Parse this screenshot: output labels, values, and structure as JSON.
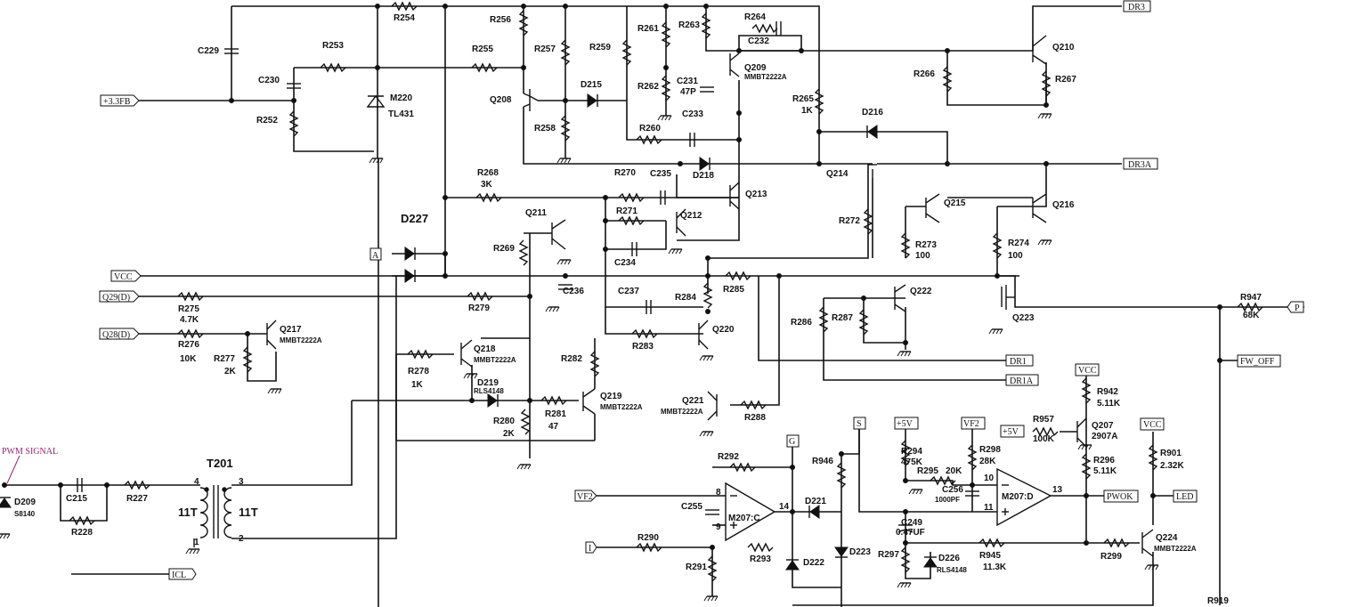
{
  "ports": [
    {
      "id": "DR3",
      "text": "DR3"
    },
    {
      "id": "DR3A",
      "text": "DR3A"
    },
    {
      "id": "3V3FB",
      "text": "+3.3FB"
    },
    {
      "id": "VCC1",
      "text": "VCC"
    },
    {
      "id": "Q29D",
      "text": "Q29(D)"
    },
    {
      "id": "Q28D",
      "text": "Q28(D)"
    },
    {
      "id": "A",
      "text": "A"
    },
    {
      "id": "P",
      "text": "P"
    },
    {
      "id": "FWOFF",
      "text": "FW_OFF"
    },
    {
      "id": "DR1",
      "text": "DR1"
    },
    {
      "id": "DR1A",
      "text": "DR1A"
    },
    {
      "id": "VCC2",
      "text": "VCC"
    },
    {
      "id": "VCC3",
      "text": "VCC"
    },
    {
      "id": "G",
      "text": "G"
    },
    {
      "id": "S",
      "text": "S"
    },
    {
      "id": "P5V1",
      "text": "+5V"
    },
    {
      "id": "VF2a",
      "text": "VF2"
    },
    {
      "id": "P5V2",
      "text": "+5V"
    },
    {
      "id": "VF2b",
      "text": "VF2"
    },
    {
      "id": "I",
      "text": "I"
    },
    {
      "id": "PWOK",
      "text": "PWOK"
    },
    {
      "id": "LED",
      "text": "LED"
    },
    {
      "id": "ICL",
      "text": "ICL"
    }
  ],
  "labels": [
    {
      "id": "R254",
      "text": "R254"
    },
    {
      "id": "R256",
      "text": "R256"
    },
    {
      "id": "R261",
      "text": "R261"
    },
    {
      "id": "R263",
      "text": "R263"
    },
    {
      "id": "R264",
      "text": "R264"
    },
    {
      "id": "C232",
      "text": "C232"
    },
    {
      "id": "C229",
      "text": "C229"
    },
    {
      "id": "R253",
      "text": "R253"
    },
    {
      "id": "R255",
      "text": "R255"
    },
    {
      "id": "R257",
      "text": "R257"
    },
    {
      "id": "R259",
      "text": "R259"
    },
    {
      "id": "Q209",
      "text": "Q209"
    },
    {
      "id": "Q209t",
      "text": "MMBT2222A"
    },
    {
      "id": "C231",
      "text": "C231"
    },
    {
      "id": "C231v",
      "text": "47P"
    },
    {
      "id": "R262",
      "text": "R262"
    },
    {
      "id": "C230",
      "text": "C230"
    },
    {
      "id": "M220",
      "text": "M220"
    },
    {
      "id": "TL431",
      "text": "TL431"
    },
    {
      "id": "Q208",
      "text": "Q208"
    },
    {
      "id": "D215",
      "text": "D215"
    },
    {
      "id": "C233",
      "text": "C233"
    },
    {
      "id": "R265",
      "text": "R265"
    },
    {
      "id": "R265v",
      "text": "1K"
    },
    {
      "id": "R252",
      "text": "R252"
    },
    {
      "id": "R258",
      "text": "R258"
    },
    {
      "id": "R260",
      "text": "R260"
    },
    {
      "id": "D216",
      "text": "D216"
    },
    {
      "id": "Q210",
      "text": "Q210"
    },
    {
      "id": "R266",
      "text": "R266"
    },
    {
      "id": "R267",
      "text": "R267"
    },
    {
      "id": "R268",
      "text": "R268"
    },
    {
      "id": "R268v",
      "text": "3K"
    },
    {
      "id": "R270",
      "text": "R270"
    },
    {
      "id": "C235",
      "text": "C235"
    },
    {
      "id": "D218",
      "text": "D218"
    },
    {
      "id": "Q214",
      "text": "Q214"
    },
    {
      "id": "Q213",
      "text": "Q213"
    },
    {
      "id": "D227",
      "text": "D227"
    },
    {
      "id": "Q211",
      "text": "Q211"
    },
    {
      "id": "R271",
      "text": "R271"
    },
    {
      "id": "Q212",
      "text": "Q212"
    },
    {
      "id": "R272",
      "text": "R272"
    },
    {
      "id": "Q215",
      "text": "Q215"
    },
    {
      "id": "Q216",
      "text": "Q216"
    },
    {
      "id": "R269",
      "text": "R269"
    },
    {
      "id": "C234",
      "text": "C234"
    },
    {
      "id": "R273",
      "text": "R273"
    },
    {
      "id": "R273v",
      "text": "100"
    },
    {
      "id": "R274",
      "text": "R274"
    },
    {
      "id": "R274v",
      "text": "100"
    },
    {
      "id": "C236",
      "text": "C236"
    },
    {
      "id": "C237",
      "text": "C237"
    },
    {
      "id": "R285",
      "text": "R285"
    },
    {
      "id": "Q222",
      "text": "Q222"
    },
    {
      "id": "R284",
      "text": "R284"
    },
    {
      "id": "R275",
      "text": "R275"
    },
    {
      "id": "R275v",
      "text": "4.7K"
    },
    {
      "id": "R279",
      "text": "R279"
    },
    {
      "id": "R286",
      "text": "R286"
    },
    {
      "id": "R287",
      "text": "R287"
    },
    {
      "id": "Q223",
      "text": "Q223"
    },
    {
      "id": "R947",
      "text": "R947"
    },
    {
      "id": "R947v",
      "text": "68K"
    },
    {
      "id": "Q220",
      "text": "Q220"
    },
    {
      "id": "R283",
      "text": "R283"
    },
    {
      "id": "R276",
      "text": "R276"
    },
    {
      "id": "R276v",
      "text": "10K"
    },
    {
      "id": "Q217",
      "text": "Q217"
    },
    {
      "id": "Q217t",
      "text": "MMBT2222A"
    },
    {
      "id": "Q218",
      "text": "Q218"
    },
    {
      "id": "Q218t",
      "text": "MMBT2222A"
    },
    {
      "id": "R277",
      "text": "R277"
    },
    {
      "id": "R277v",
      "text": "2K"
    },
    {
      "id": "R278",
      "text": "R278"
    },
    {
      "id": "R278v",
      "text": "1K"
    },
    {
      "id": "R282",
      "text": "R282"
    },
    {
      "id": "D219",
      "text": "D219"
    },
    {
      "id": "D219t",
      "text": "RLS4148"
    },
    {
      "id": "Q219",
      "text": "Q219"
    },
    {
      "id": "Q219t",
      "text": "MMBT2222A"
    },
    {
      "id": "Q221",
      "text": "Q221"
    },
    {
      "id": "Q221t",
      "text": "MMBT2222A"
    },
    {
      "id": "R288",
      "text": "R288"
    },
    {
      "id": "R942",
      "text": "R942"
    },
    {
      "id": "R942v",
      "text": "5.11K"
    },
    {
      "id": "R280",
      "text": "R280"
    },
    {
      "id": "R280v",
      "text": "2K"
    },
    {
      "id": "R281",
      "text": "R281"
    },
    {
      "id": "R281v",
      "text": "47"
    },
    {
      "id": "R957",
      "text": "R957"
    },
    {
      "id": "R957v",
      "text": "100K"
    },
    {
      "id": "Q207",
      "text": "Q207"
    },
    {
      "id": "Q207t",
      "text": "2907A"
    },
    {
      "id": "R294",
      "text": "R294"
    },
    {
      "id": "R294v",
      "text": "475K"
    },
    {
      "id": "R298",
      "text": "R298"
    },
    {
      "id": "R298v",
      "text": "28K"
    },
    {
      "id": "R901",
      "text": "R901"
    },
    {
      "id": "R901v",
      "text": "2.32K"
    },
    {
      "id": "PWMSIG",
      "text": "PWM SIGNAL"
    },
    {
      "id": "T201",
      "text": "T201"
    },
    {
      "id": "R292",
      "text": "R292"
    },
    {
      "id": "R946",
      "text": "R946"
    },
    {
      "id": "R295",
      "text": "R295"
    },
    {
      "id": "R295v",
      "text": "20K"
    },
    {
      "id": "C256",
      "text": "C256"
    },
    {
      "id": "C256v",
      "text": "1000PF"
    },
    {
      "id": "R296",
      "text": "R296"
    },
    {
      "id": "R296v",
      "text": "5.11K"
    },
    {
      "id": "D209",
      "text": "D209"
    },
    {
      "id": "D209t",
      "text": "S8140"
    },
    {
      "id": "C215",
      "text": "C215"
    },
    {
      "id": "R227",
      "text": "R227"
    },
    {
      "id": "R228",
      "text": "R228"
    },
    {
      "id": "T11a",
      "text": "11T"
    },
    {
      "id": "T11b",
      "text": "11T"
    },
    {
      "id": "C255",
      "text": "C255"
    },
    {
      "id": "M207C",
      "text": "M207:C"
    },
    {
      "id": "D221",
      "text": "D221"
    },
    {
      "id": "M207D",
      "text": "M207:D"
    },
    {
      "id": "C249",
      "text": "C249"
    },
    {
      "id": "C249v",
      "text": "0.47UF"
    },
    {
      "id": "R290",
      "text": "R290"
    },
    {
      "id": "R293",
      "text": "R293"
    },
    {
      "id": "D222",
      "text": "D222"
    },
    {
      "id": "D223",
      "text": "D223"
    },
    {
      "id": "R297",
      "text": "R297"
    },
    {
      "id": "D226",
      "text": "D226"
    },
    {
      "id": "D226t",
      "text": "RLS4148"
    },
    {
      "id": "R945",
      "text": "R945"
    },
    {
      "id": "R945v",
      "text": "11.3K"
    },
    {
      "id": "R299",
      "text": "R299"
    },
    {
      "id": "Q224",
      "text": "Q224"
    },
    {
      "id": "Q224t",
      "text": "MMBT2222A"
    },
    {
      "id": "R291",
      "text": "R291"
    },
    {
      "id": "R919",
      "text": "R919"
    },
    {
      "id": "pin14",
      "text": "14"
    },
    {
      "id": "pin13",
      "text": "13"
    },
    {
      "id": "pin10",
      "text": "10"
    },
    {
      "id": "pin11",
      "text": "11"
    },
    {
      "id": "pin8",
      "text": "8"
    },
    {
      "id": "pin9",
      "text": "9"
    },
    {
      "id": "pin4",
      "text": "4"
    },
    {
      "id": "pin3",
      "text": "3"
    },
    {
      "id": "pin1",
      "text": "1"
    },
    {
      "id": "pin2",
      "text": "2"
    }
  ],
  "colors": {
    "wire": "#111111",
    "pwm_label": "#a0206a",
    "background": "#ffffff"
  }
}
